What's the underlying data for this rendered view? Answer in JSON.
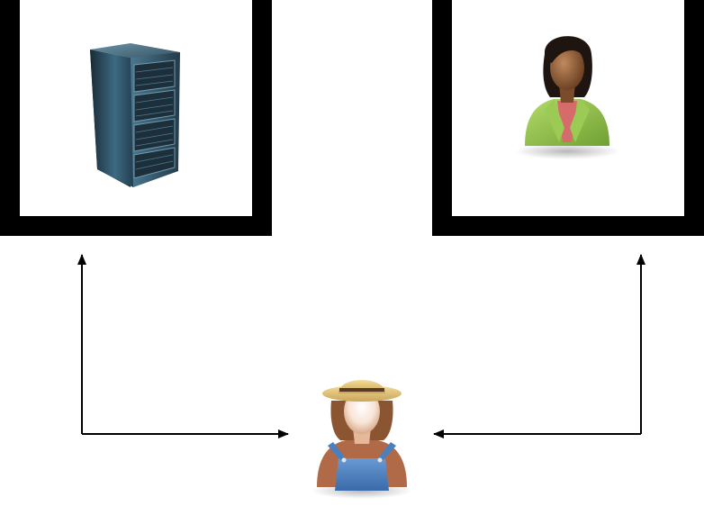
{
  "diagram": {
    "nodes": [
      {
        "id": "server",
        "icon": "server-rack-icon",
        "framed": true
      },
      {
        "id": "business-user",
        "icon": "businesswoman-avatar-icon",
        "framed": true
      },
      {
        "id": "farmer",
        "icon": "farmer-avatar-icon",
        "framed": false
      }
    ],
    "edges": [
      {
        "from": "farmer",
        "to": "server",
        "bidirectional": true
      },
      {
        "from": "farmer",
        "to": "business-user",
        "bidirectional": true
      }
    ],
    "colors": {
      "frame": "#000000",
      "arrow": "#000000",
      "background": "#ffffff",
      "jacket": "#8fc24a",
      "overalls": "#4a7fc0",
      "hat": "#e6c77a",
      "server_body": "#2d4a5e"
    }
  }
}
